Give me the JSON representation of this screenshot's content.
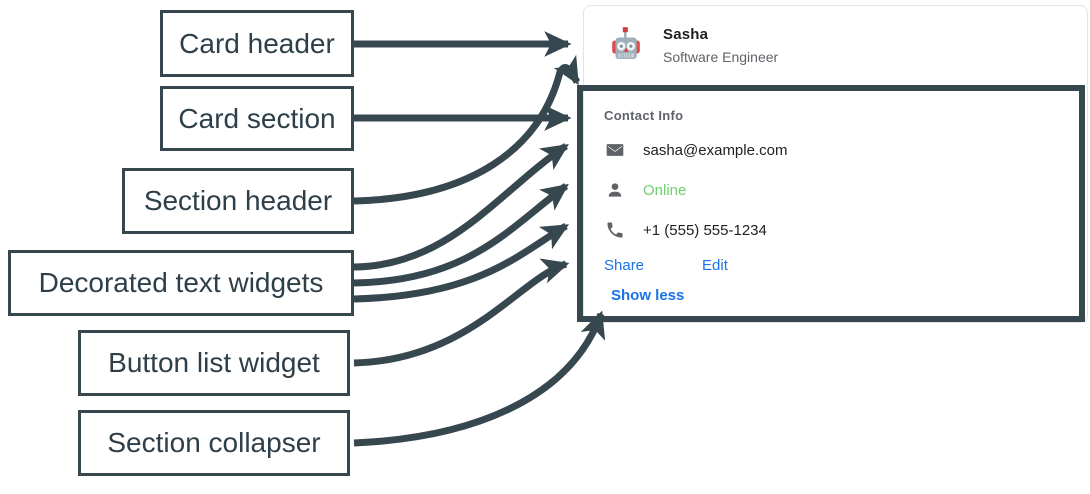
{
  "annotations": [
    {
      "id": "card-header",
      "label": "Card header"
    },
    {
      "id": "card-section",
      "label": "Card section"
    },
    {
      "id": "section-header",
      "label": "Section header"
    },
    {
      "id": "decorated-text",
      "label": "Decorated text widgets"
    },
    {
      "id": "button-list",
      "label": "Button list widget"
    },
    {
      "id": "section-collapser",
      "label": "Section collapser"
    }
  ],
  "card": {
    "header": {
      "avatar_icon": "robot-avatar-icon",
      "name": "Sasha",
      "subtitle": "Software Engineer"
    },
    "section": {
      "header": "Contact Info",
      "rows": [
        {
          "icon": "email-icon",
          "text": "sasha@example.com",
          "color": "#202124"
        },
        {
          "icon": "person-icon",
          "text": "Online",
          "color": "#6fcf73"
        },
        {
          "icon": "phone-icon",
          "text": "+1 (555) 555-1234",
          "color": "#202124"
        }
      ],
      "buttons": [
        {
          "label": "Share"
        },
        {
          "label": "Edit"
        }
      ],
      "collapser": {
        "label": "Show less"
      }
    }
  },
  "colors": {
    "annotation_stroke": "#37474f",
    "link": "#1a73e8",
    "online_green": "#6fcf73",
    "muted_text": "#5f6368",
    "card_border": "#e3e4e6"
  }
}
